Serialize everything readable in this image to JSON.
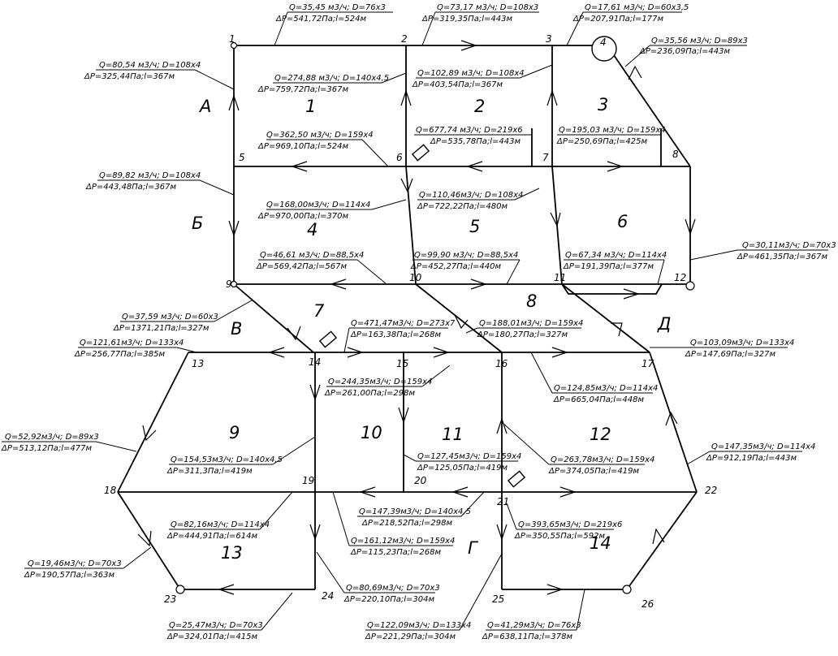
{
  "nodes": [
    "1",
    "2",
    "3",
    "4",
    "5",
    "6",
    "7",
    "8",
    "9",
    "10",
    "11",
    "12",
    "13",
    "14",
    "15",
    "16",
    "17",
    "18",
    "19",
    "20",
    "21",
    "22",
    "23",
    "24",
    "25",
    "26"
  ],
  "rings": [
    "1",
    "2",
    "3",
    "4",
    "5",
    "6",
    "7",
    "8",
    "9",
    "10",
    "11",
    "12",
    "13",
    "14"
  ],
  "zones": [
    "А",
    "Б",
    "В",
    "Г",
    "Д"
  ],
  "labels": [
    {
      "q": "Q=35,45 м3/ч; D=76х3",
      "dp": "ΔP=541,72Па;l=524м"
    },
    {
      "q": "Q=73,17 м3/ч; D=108х3",
      "dp": "ΔP=319,35Па;l=443м"
    },
    {
      "q": "Q=17,61 м3/ч; D=60х3,5",
      "dp": "ΔP=207,91Па;l=177м"
    },
    {
      "q": "Q=35,56 м3/ч; D=89х3",
      "dp": "ΔP=236,09Па;l=443м"
    },
    {
      "q": "Q=80,54 м3/ч; D=108х4",
      "dp": "ΔP=325,44Па;l=367м"
    },
    {
      "q": "Q=274,88 м3/ч; D=140х4,5",
      "dp": "ΔP=759,72Па;l=367м"
    },
    {
      "q": "Q=102,89 м3/ч; D=108х4",
      "dp": "ΔP=403,54Па;l=367м"
    },
    {
      "q": "Q=362,50 м3/ч; D=159х4",
      "dp": "ΔP=969,10Па;l=524м"
    },
    {
      "q": "Q=677,74 м3/ч; D=219х6",
      "dp": "ΔP=535,78Па;l=443м"
    },
    {
      "q": "Q=195,03 м3/ч; D=159х4",
      "dp": "ΔP=250,69Па;l=425м"
    },
    {
      "q": "Q=89,82 м3/ч; D=108х4",
      "dp": "ΔP=443,48Па;l=367м"
    },
    {
      "q": "Q=110,46м3/ч; D=108х4",
      "dp": "ΔP=722,22Па;l=480м"
    },
    {
      "q": "Q=168,00м3/ч; D=114х4",
      "dp": "ΔP=970,00Па;l=370м"
    },
    {
      "q": "Q=46,61 м3/ч; D=88,5х4",
      "dp": "ΔP=569,42Па;l=567м"
    },
    {
      "q": "Q=99,90 м3/ч; D=88,5х4",
      "dp": "ΔP=452,27Па;l=440м"
    },
    {
      "q": "Q=67,34 м3/ч; D=114х4",
      "dp": "ΔP=191,39Па;l=377м"
    },
    {
      "q": "Q=30,11м3/ч; D=70х3",
      "dp": "ΔP=461,35Па;l=367м"
    },
    {
      "q": "Q=37,59 м3/ч; D=60х3",
      "dp": "ΔP=1371,21Па;l=327м"
    },
    {
      "q": "Q=471,47м3/ч; D=273х7",
      "dp": "ΔP=163,38Па;l=268м"
    },
    {
      "q": "Q=188,01м3/ч; D=159х4",
      "dp": "ΔP=180,27Па;l=327м"
    },
    {
      "q": "Q=121,61м3/ч; D=133х4",
      "dp": "ΔP=256,77Па;l=385м"
    },
    {
      "q": "Q=103,09м3/ч; D=133х4",
      "dp": "ΔP=147,69Па;l=327м"
    },
    {
      "q": "Q=244,35м3/ч; D=159х4",
      "dp": "ΔP=261,00Па;l=298м"
    },
    {
      "q": "Q=124,85м3/ч; D=114х4",
      "dp": "ΔP=665,04Па;l=448м"
    },
    {
      "q": "Q=52,92м3/ч; D=89х3",
      "dp": "ΔP=513,12Па;l=477м"
    },
    {
      "q": "Q=154,53м3/ч; D=140х4,5",
      "dp": "ΔP=311,3Па;l=419м"
    },
    {
      "q": "Q=127,45м3/ч; D=159х4",
      "dp": "ΔP=125,05Па;l=419м"
    },
    {
      "q": "Q=263,78м3/ч; D=159х4",
      "dp": "ΔP=374,05Па;l=419м"
    },
    {
      "q": "Q=147,35м3/ч; D=114х4",
      "dp": "ΔP=912,19Па;l=443м"
    },
    {
      "q": "Q=147,39м3/ч; D=140х4,5",
      "dp": "ΔP=218,52Па;l=298м"
    },
    {
      "q": "Q=82,16м3/ч; D=114х4",
      "dp": "ΔP=444,91Па;l=614м"
    },
    {
      "q": "Q=161,12м3/ч; D=159х4",
      "dp": "ΔP=115,23Па;l=268м"
    },
    {
      "q": "Q=393,65м3/ч; D=219х6",
      "dp": "ΔP=350,55Па;l=592м"
    },
    {
      "q": "Q=19,46м3/ч; D=70х3",
      "dp": "ΔP=190,57Па;l=363м"
    },
    {
      "q": "Q=80,69м3/ч; D=70х3",
      "dp": "ΔP=220,10Па;l=304м"
    },
    {
      "q": "Q=25,47м3/ч; D=70х3",
      "dp": "ΔP=324,01Па;l=415м"
    },
    {
      "q": "Q=122,09м3/ч; D=133х4",
      "dp": "ΔP=221,29Па;l=304м"
    },
    {
      "q": "Q=41,29м3/ч; D=76х3",
      "dp": "ΔP=638,11Па;l=378м"
    }
  ]
}
